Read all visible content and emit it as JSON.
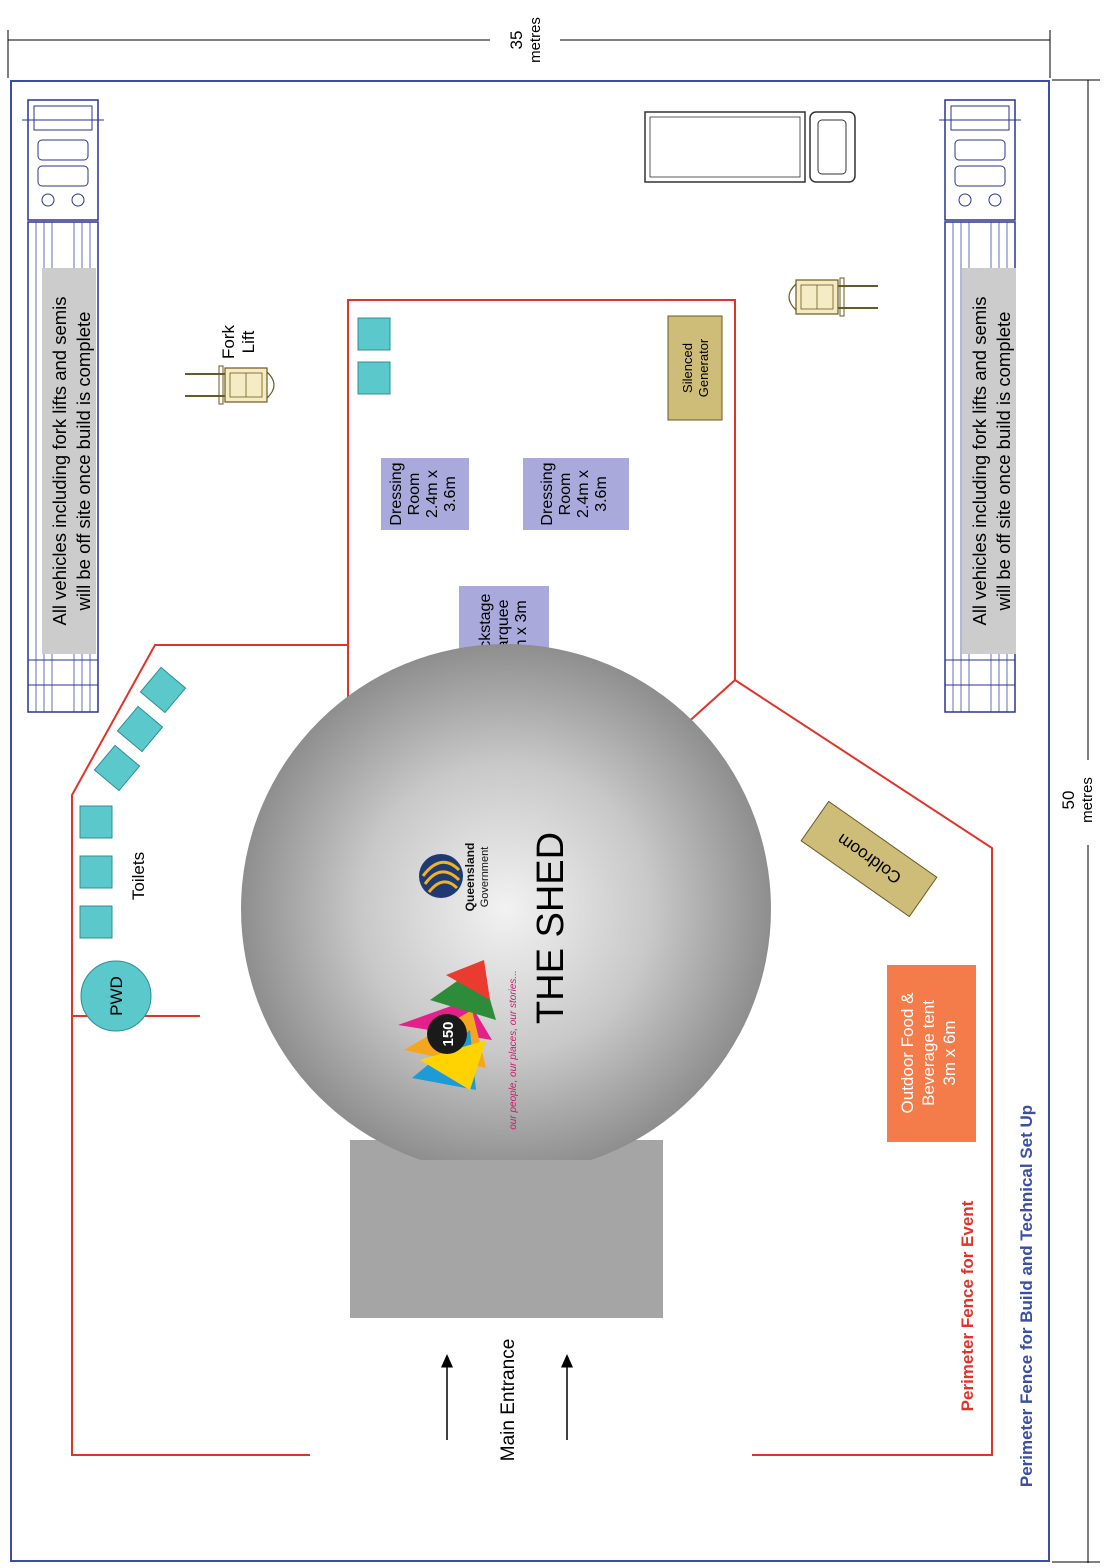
{
  "dimensions": {
    "width_value": "35",
    "width_unit": "metres",
    "height_value": "50",
    "height_unit": "metres"
  },
  "truck_notice": {
    "line1": "All vehicles including fork lifts and semis",
    "line2": "will be off site once build is complete"
  },
  "forklift_label": {
    "line1": "Fork",
    "line2": "Lift"
  },
  "toilets_label": "Toilets",
  "pwd_label": "PWD",
  "dressing_room": {
    "line1": "Dressing",
    "line2": "Room",
    "line3": "2.4m x",
    "line4": "3.6m"
  },
  "backstage": {
    "line1": "Backstage",
    "line2": "Marquee",
    "line3": "3m x 3m"
  },
  "generator": {
    "line1": "Silenced",
    "line2": "Generator"
  },
  "coldroom_label": "Coldroom",
  "food_tent": {
    "line1": "Outdoor Food &",
    "line2": "Beverage tent",
    "line3": "3m x 6m"
  },
  "shed_title": "THE SHED",
  "logo": {
    "badge": "150",
    "tagline": "our people, our places, our stories...",
    "gov_line1": "Queensland",
    "gov_line2": "Government"
  },
  "entrance_label": "Main Entrance",
  "legend": {
    "event_fence": "Perimeter Fence for Event",
    "build_fence": "Perimeter Fence for Build and Technical Set Up"
  },
  "colors": {
    "event_fence": "#e2332a",
    "build_fence": "#3a4fa3",
    "toilet": "#5bc8cc",
    "dressing": "#a9a9dc",
    "generator": "#cdbd78",
    "food_tent": "#f47b4a",
    "shed_dark": "#8e8e8e",
    "shed_light": "#f2f2f2"
  }
}
